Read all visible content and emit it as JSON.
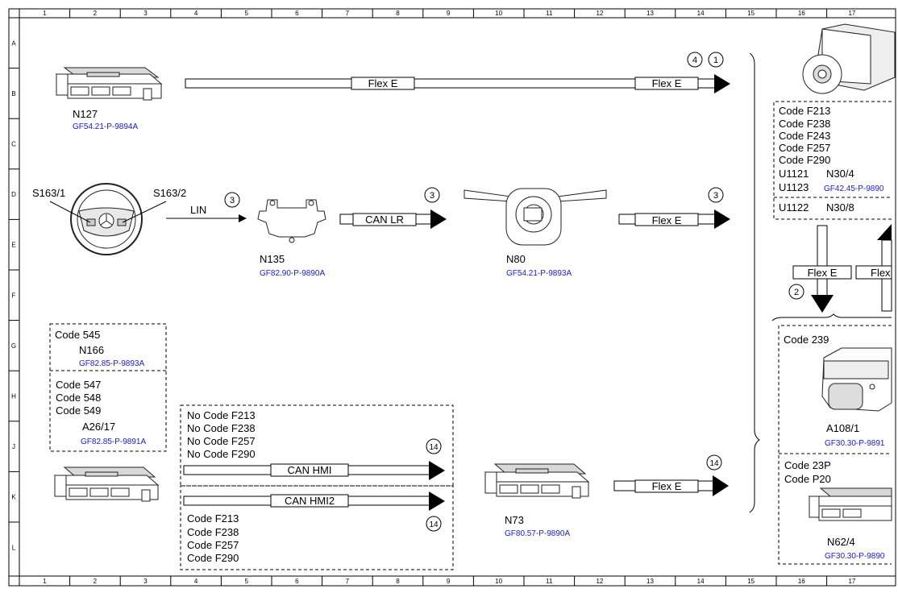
{
  "grid": {
    "columns": [
      "1",
      "2",
      "3",
      "4",
      "5",
      "6",
      "7",
      "8",
      "9",
      "10",
      "11",
      "12",
      "13",
      "14",
      "15",
      "16",
      "17"
    ],
    "rows": [
      "A",
      "B",
      "C",
      "D",
      "E",
      "F",
      "G",
      "H",
      "J",
      "K",
      "L"
    ]
  },
  "components": {
    "n127": {
      "label": "N127",
      "ref": "GF54.21-P-9894A"
    },
    "s163_1": {
      "label": "S163/1"
    },
    "s163_2": {
      "label": "S163/2"
    },
    "n135": {
      "label": "N135",
      "ref": "GF82.90-P-9890A"
    },
    "n80": {
      "label": "N80",
      "ref": "GF54.21-P-9893A"
    },
    "n166": {
      "code": "Code 545",
      "label": "N166",
      "ref": "GF82.85-P-9893A"
    },
    "a26_17": {
      "codes": [
        "Code 547",
        "Code 548",
        "Code 549"
      ],
      "label": "A26/17",
      "ref": "GF82.85-P-9891A"
    },
    "n73": {
      "label": "N73",
      "ref": "GF80.57-P-9890A"
    },
    "right_top": {
      "codes": [
        "Code F213",
        "Code F238",
        "Code F243",
        "Code F257",
        "Code F290"
      ],
      "u1121": "U1121",
      "n30_4": "N30/4",
      "u1123": "U1123",
      "ref": "GF42.45-P-9890",
      "u1122": "U1122",
      "n30_8": "N30/8"
    },
    "a108_1": {
      "code": "Code 239",
      "label": "A108/1",
      "ref": "GF30.30-P-9891"
    },
    "n62_4": {
      "codes": [
        "Code 23P",
        "Code P20"
      ],
      "label": "N62/4",
      "ref": "GF30.30-P-9890"
    }
  },
  "connections": {
    "flex_e": "Flex E",
    "flex_e_cut": "Flex",
    "lin": "LIN",
    "can_lr": "CAN LR",
    "can_hmi": "CAN HMI",
    "can_hmi2": "CAN HMI2"
  },
  "conditions": {
    "no_codes": [
      "No Code F213",
      "No Code F238",
      "No Code F257",
      "No Code F290"
    ],
    "codes": [
      "Code F213",
      "Code F238",
      "Code F257",
      "Code F290"
    ]
  },
  "badges": {
    "b4": "4",
    "b1": "1",
    "b3": "3",
    "b2": "2",
    "b14": "14"
  }
}
